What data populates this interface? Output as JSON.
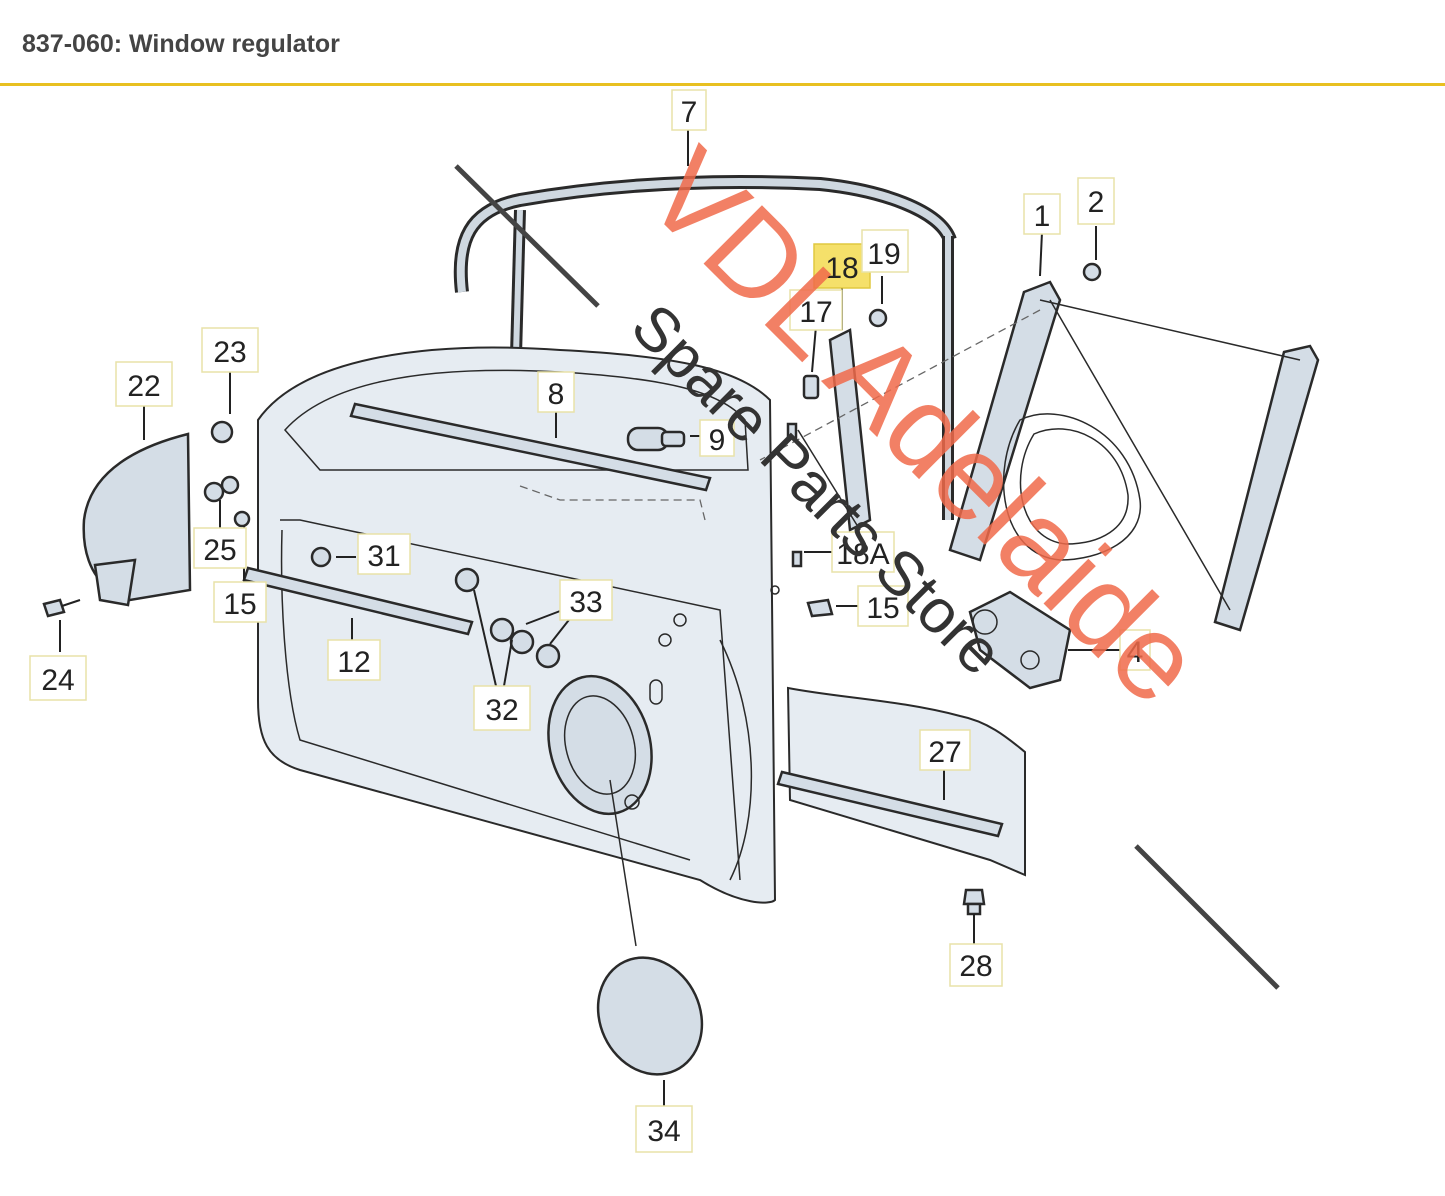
{
  "header": {
    "title": "837-060: Window regulator"
  },
  "accent_color": "#e8c020",
  "highlight_color": "#f5e06a",
  "labels": {
    "l1": "1",
    "l2": "2",
    "l4": "4",
    "l7": "7",
    "l8": "8",
    "l9": "9",
    "l12": "12",
    "l15a": "15",
    "l15b": "15",
    "l17": "17",
    "l18": "18",
    "l18a": "18A",
    "l19": "19",
    "l22": "22",
    "l23": "23",
    "l24": "24",
    "l25": "25",
    "l27": "27",
    "l28": "28",
    "l31": "31",
    "l32": "32",
    "l33": "33",
    "l34": "34"
  },
  "highlighted_label": "18",
  "watermark": {
    "brand": "VDL Adelaide",
    "subtitle": "Spare Parts Store"
  }
}
